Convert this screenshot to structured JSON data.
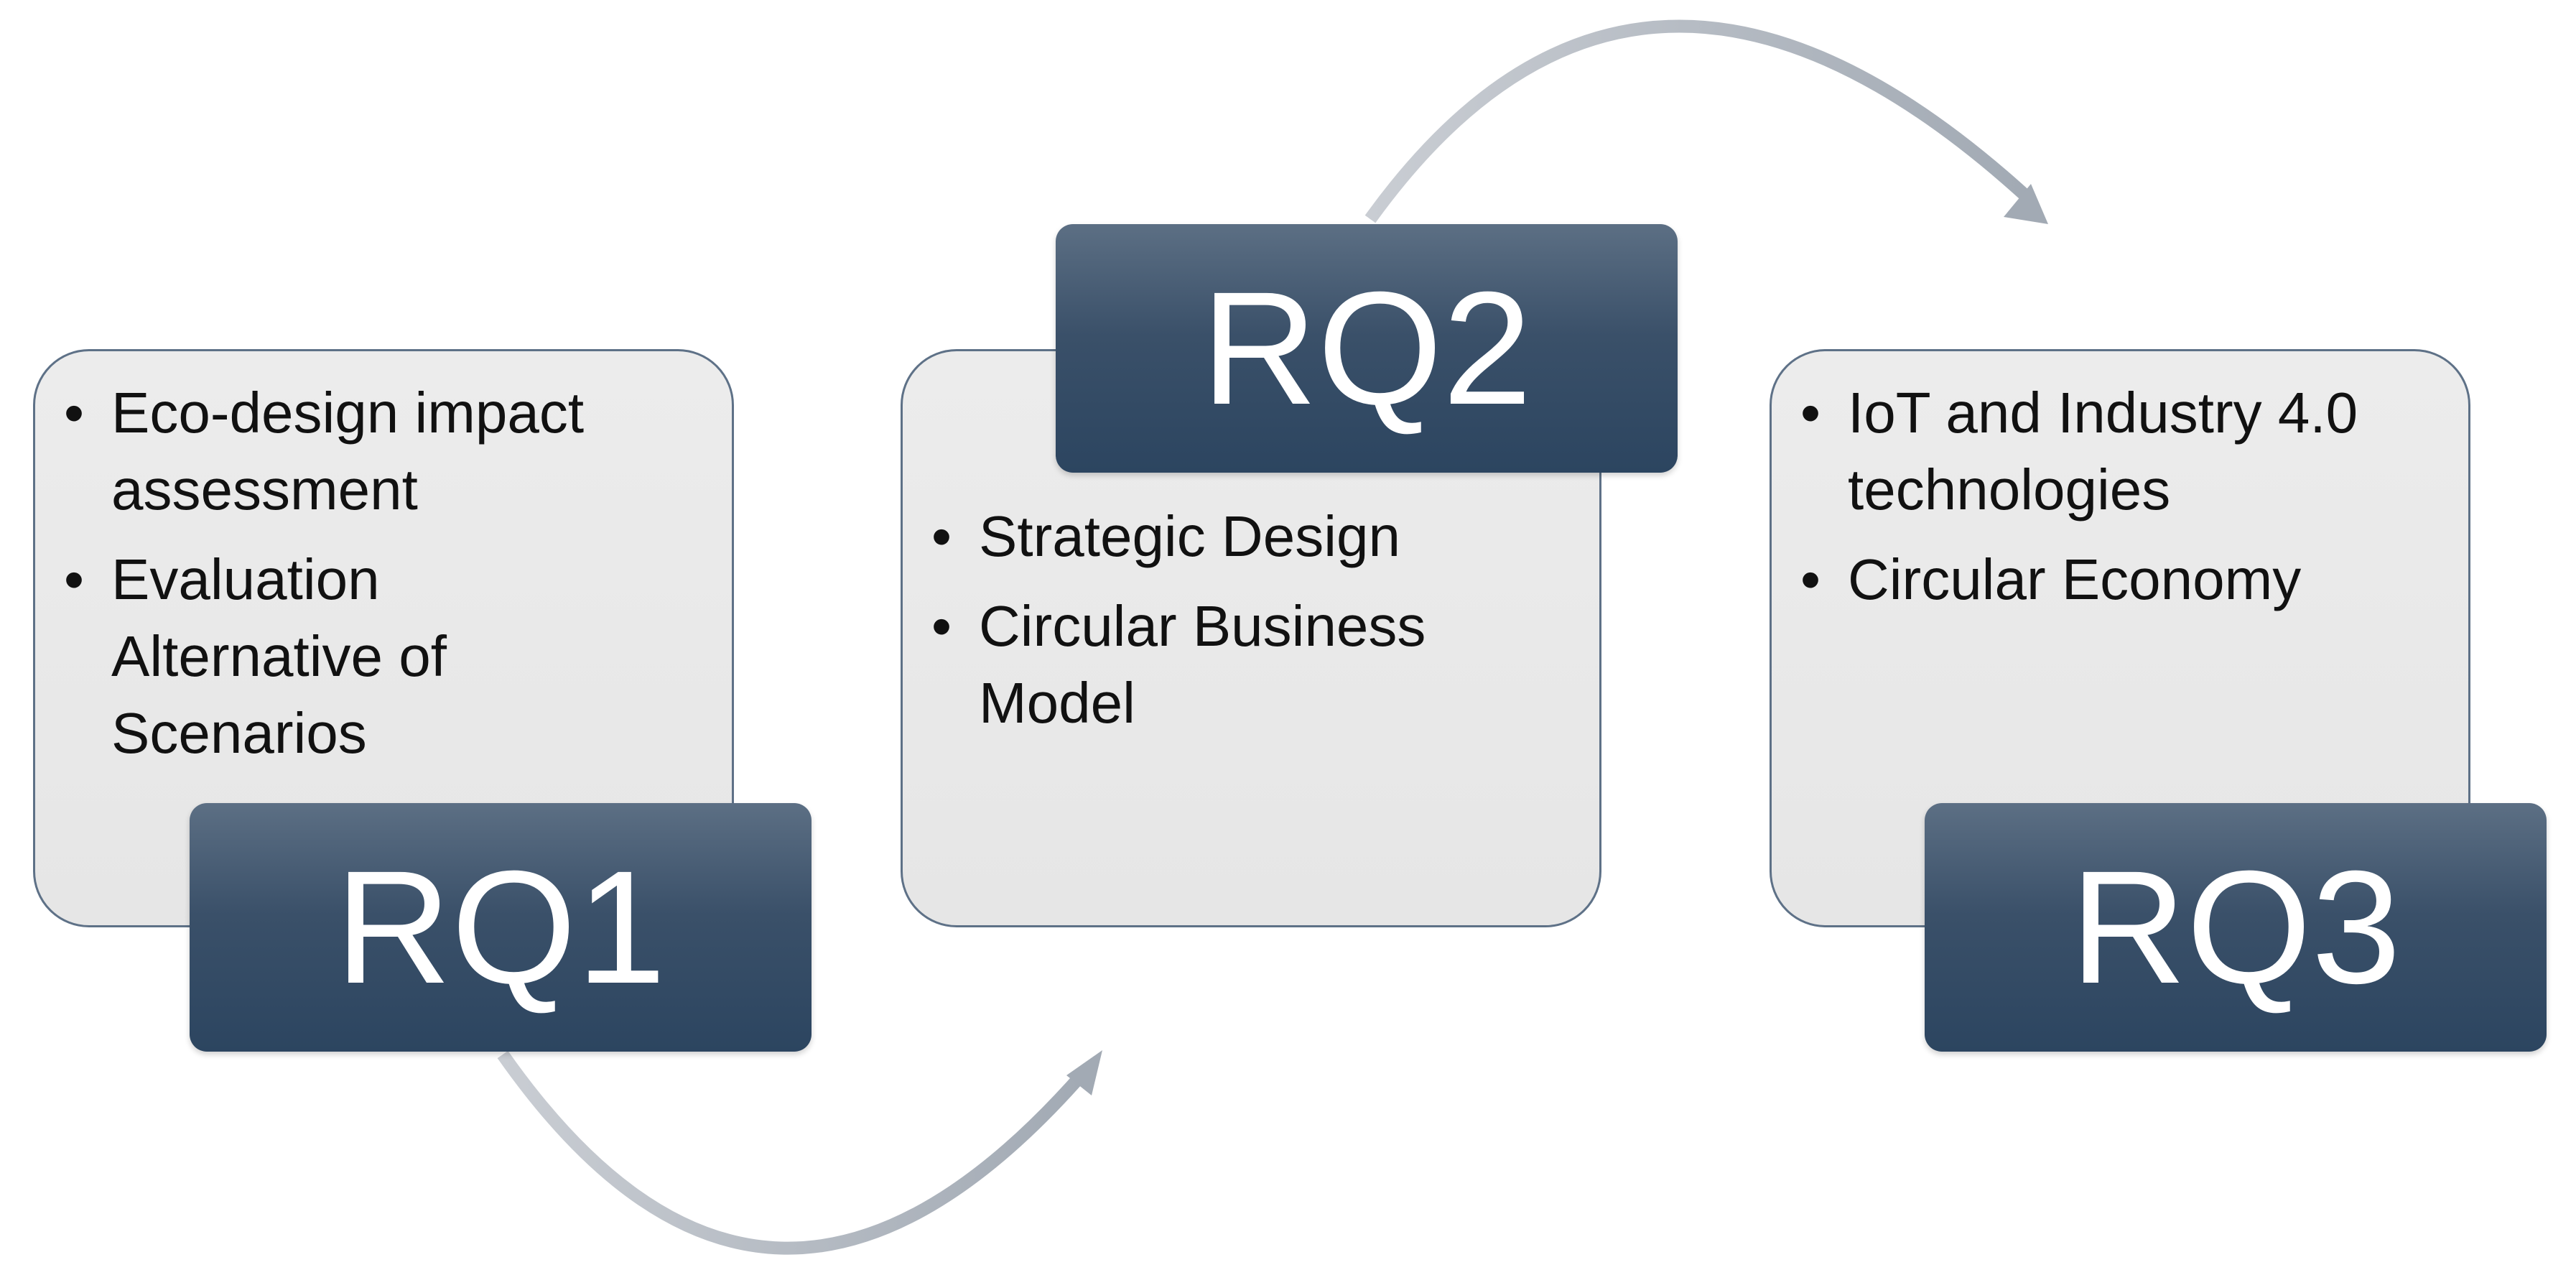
{
  "panels": [
    {
      "id": "rq1",
      "badge": "RQ1",
      "items": [
        {
          "label": "Eco-design impact assessment"
        },
        {
          "label": "Evaluation Alternative of Scenarios"
        }
      ]
    },
    {
      "id": "rq2",
      "badge": "RQ2",
      "items": [
        {
          "label": "Strategic Design"
        },
        {
          "label": "Circular Business Model"
        }
      ]
    },
    {
      "id": "rq3",
      "badge": "RQ3",
      "items": [
        {
          "label": "IoT and Industry 4.0 technologies"
        },
        {
          "label": "Circular Economy"
        }
      ]
    }
  ],
  "bullet_glyph": "•",
  "colors": {
    "badge_top": "#5c6f84",
    "badge_bottom": "#2c4560",
    "panel_fill": "#e9e9e9",
    "panel_border": "#5e7187",
    "arrow": "#b4bbc4"
  }
}
